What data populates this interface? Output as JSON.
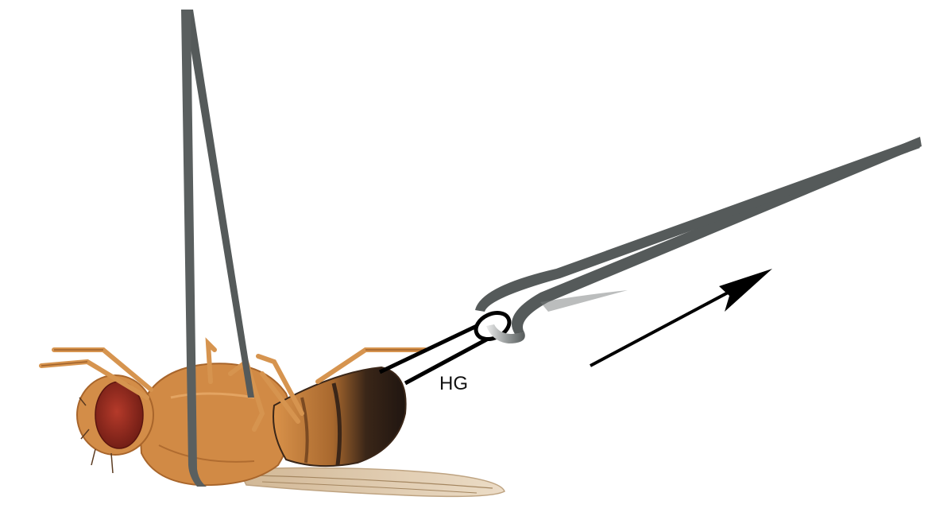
{
  "figure": {
    "labels": {
      "hindgut": "HG"
    },
    "elements": {
      "specimen": "fly-lateral-view",
      "left_tool": "forceps",
      "right_tool": "forceps",
      "direction": "arrow-pull-up-right"
    },
    "colors": {
      "background": "#ffffff",
      "forceps": "#555a5a",
      "gut_outline": "#000000",
      "arrow": "#000000",
      "fly_body": "#d7924a",
      "fly_eye": "#9a2a1f",
      "fly_abdomen_dark": "#2b1d14"
    }
  }
}
